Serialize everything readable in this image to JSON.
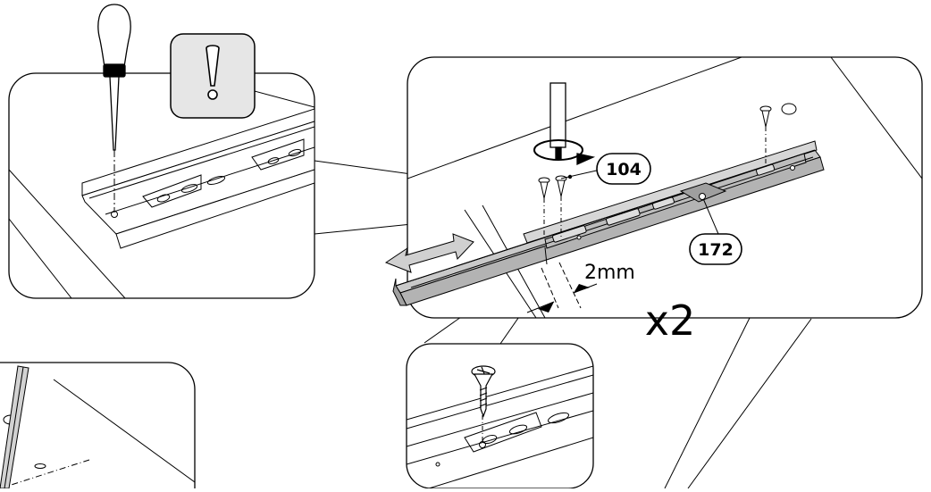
{
  "labels": {
    "part_104": "104",
    "part_172": "172",
    "gap": "2mm",
    "quantity": "x2",
    "warning_mark": "!"
  }
}
